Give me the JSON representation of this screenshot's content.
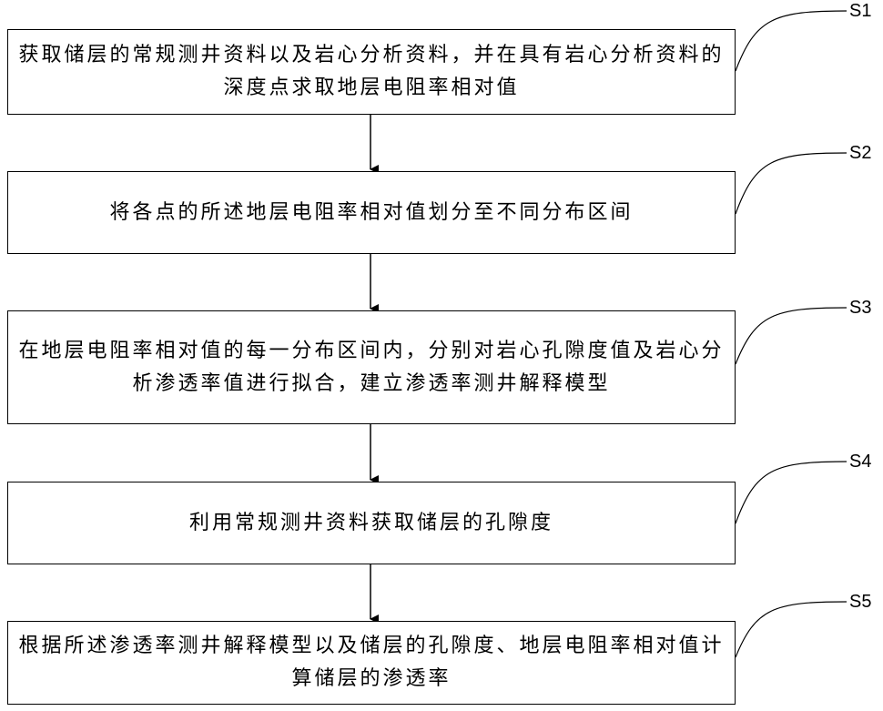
{
  "steps": [
    {
      "id": "S1",
      "text": "获取储层的常规测井资料以及岩心分析资料，并在具有岩心分析资料的深度点求取地层电阻率相对值"
    },
    {
      "id": "S2",
      "text": "将各点的所述地层电阻率相对值划分至不同分布区间"
    },
    {
      "id": "S3",
      "text": "在地层电阻率相对值的每一分布区间内，分别对岩心孔隙度值及岩心分析渗透率值进行拟合，建立渗透率测井解释模型"
    },
    {
      "id": "S4",
      "text": "利用常规测井资料获取储层的孔隙度"
    },
    {
      "id": "S5",
      "text": "根据所述渗透率测井解释模型以及储层的孔隙度、地层电阻率相对值计算储层的渗透率"
    }
  ]
}
